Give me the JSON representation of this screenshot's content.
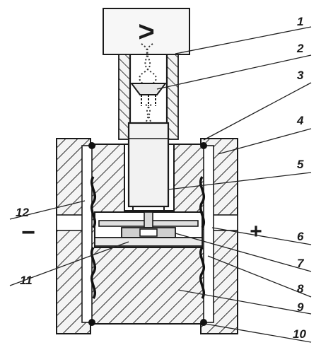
{
  "diagram": {
    "amplifier_symbol": ">",
    "sign_left": "−",
    "sign_right": "+",
    "labels": [
      "1",
      "2",
      "3",
      "4",
      "5",
      "6",
      "7",
      "8",
      "9",
      "10",
      "11",
      "12"
    ]
  }
}
